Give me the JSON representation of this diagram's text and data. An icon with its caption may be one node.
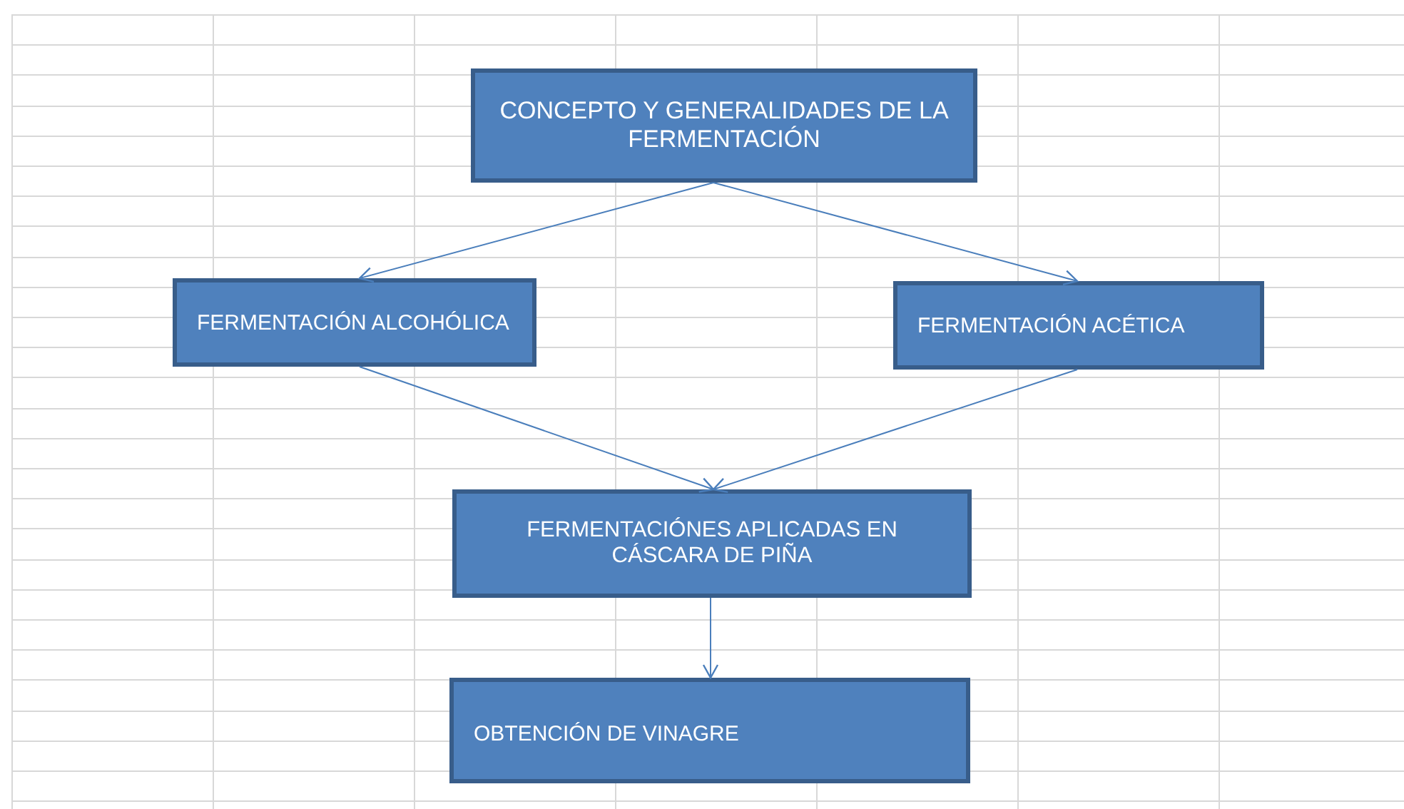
{
  "diagram": {
    "nodes": [
      {
        "text": [
          "CONCEPTO Y GENERALIDADES DE LA FERMENTACIÓN"
        ]
      },
      {
        "text": [
          "FERMENTACIÓN ALCOHÓLICA"
        ]
      },
      {
        "text": [
          "FERMENTACIÓN ACÉTICA"
        ]
      },
      {
        "text": [
          "FERMENTACIÓNES APLICADAS EN CÁSCARA DE PIÑA"
        ]
      },
      {
        "text": [
          "OBTENCIÓN DE VINAGRE"
        ]
      }
    ],
    "edges": [
      {
        "from": 0,
        "to": 1,
        "arrow": "to"
      },
      {
        "from": 0,
        "to": 2,
        "arrow": "to"
      },
      {
        "from": 1,
        "to": 3,
        "arrow": "to"
      },
      {
        "from": 2,
        "to": 3,
        "arrow": "to"
      },
      {
        "from": 3,
        "to": 4,
        "arrow": "to"
      }
    ]
  }
}
